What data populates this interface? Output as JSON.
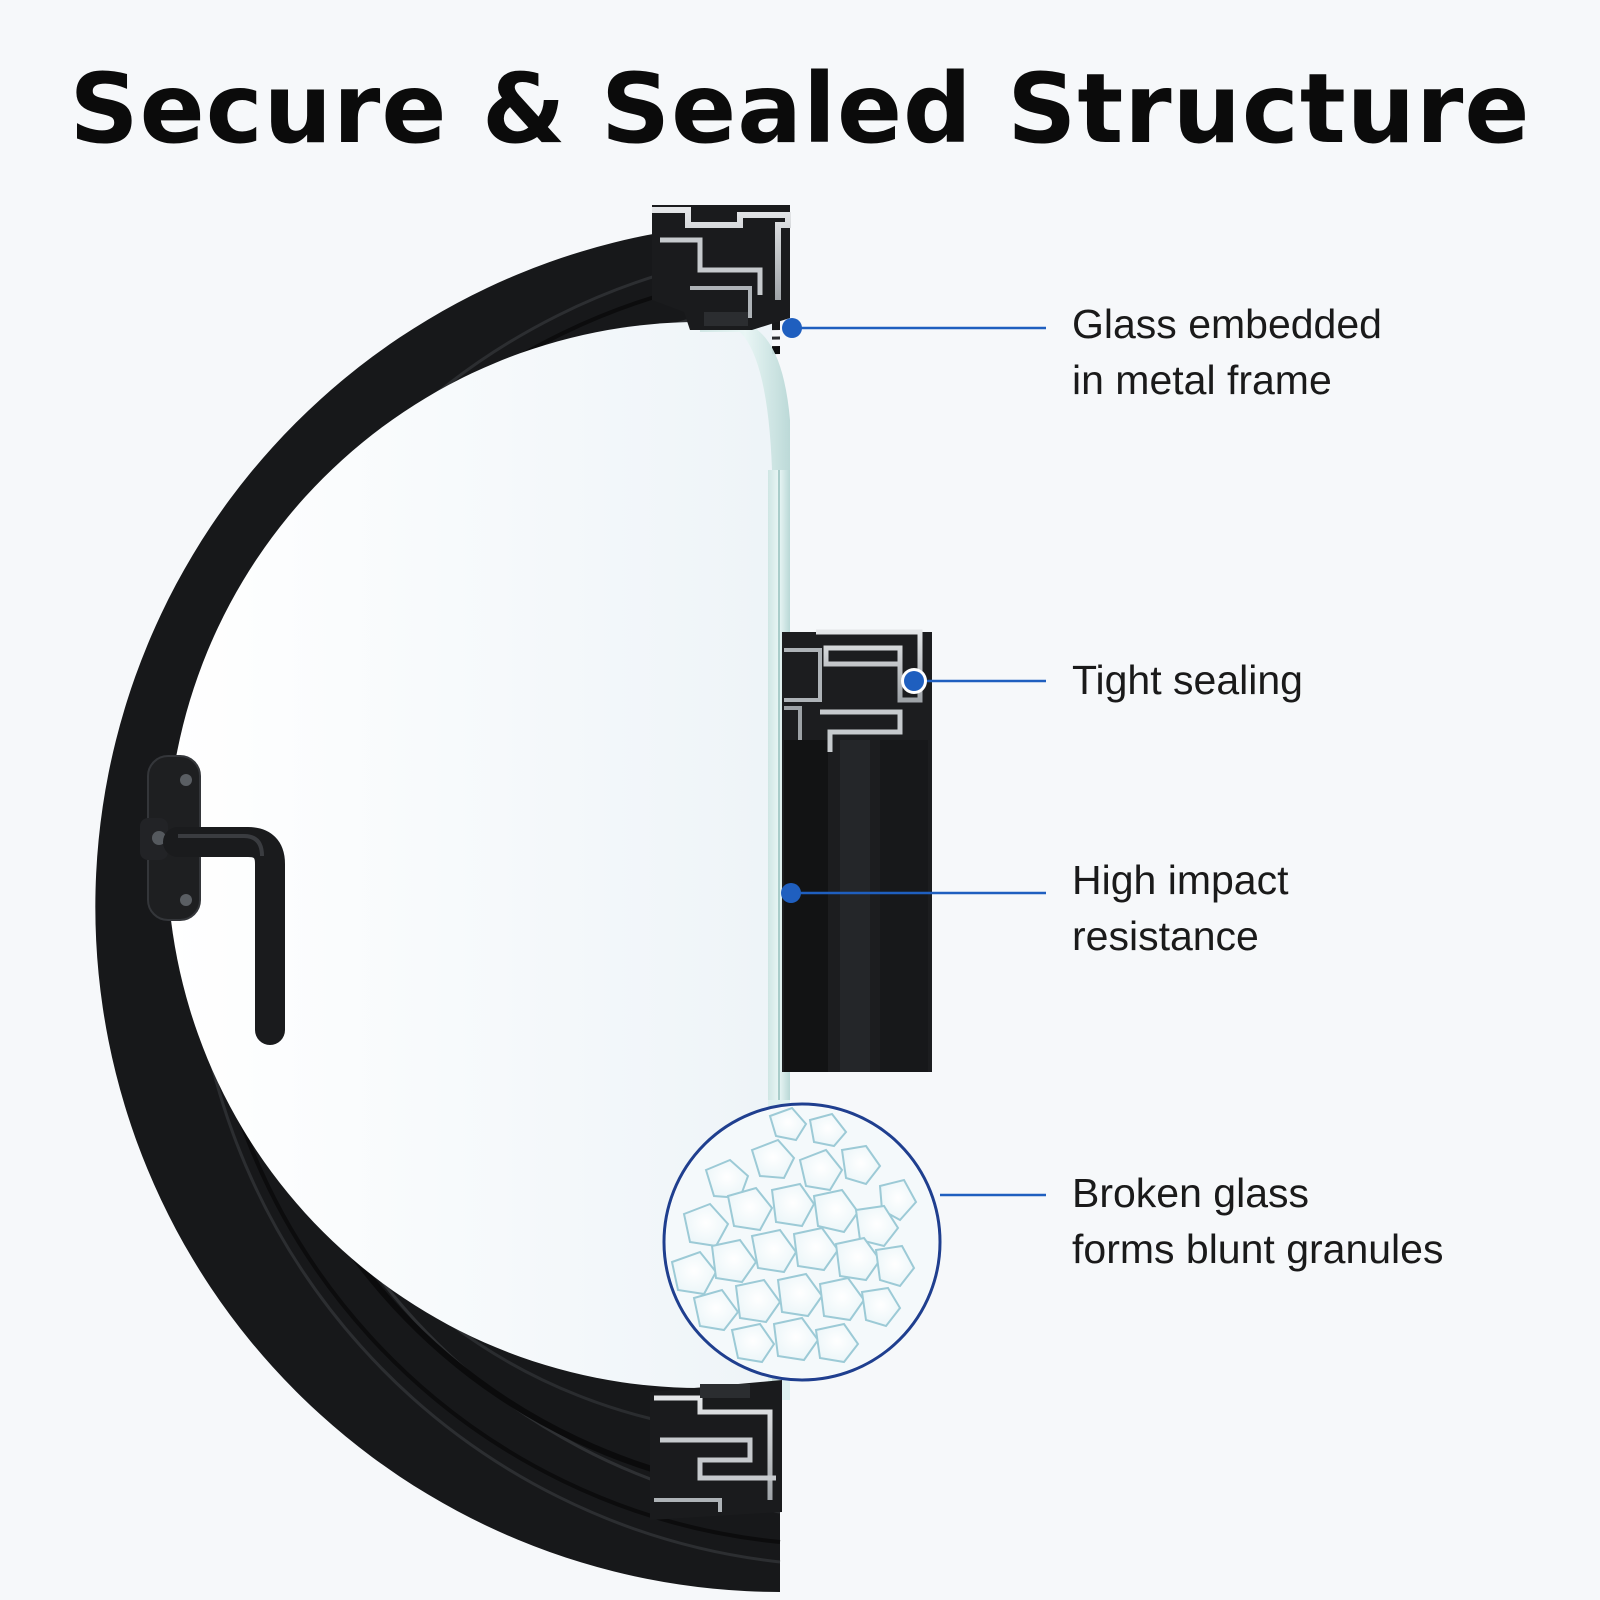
{
  "title": "Secure & Sealed Structure",
  "accent_color": "#1f5fbf",
  "frame_color": "#1b1c1e",
  "callouts": [
    {
      "lines": [
        "Glass embedded",
        "in metal frame"
      ],
      "icon": "dot-marker-icon"
    },
    {
      "lines": [
        "Tight sealing"
      ],
      "icon": "dot-marker-icon"
    },
    {
      "lines": [
        "High impact",
        "resistance"
      ],
      "icon": "dot-marker-icon"
    },
    {
      "lines": [
        "Broken glass",
        "forms blunt granules"
      ],
      "icon": "magnifier-circle-icon"
    }
  ]
}
